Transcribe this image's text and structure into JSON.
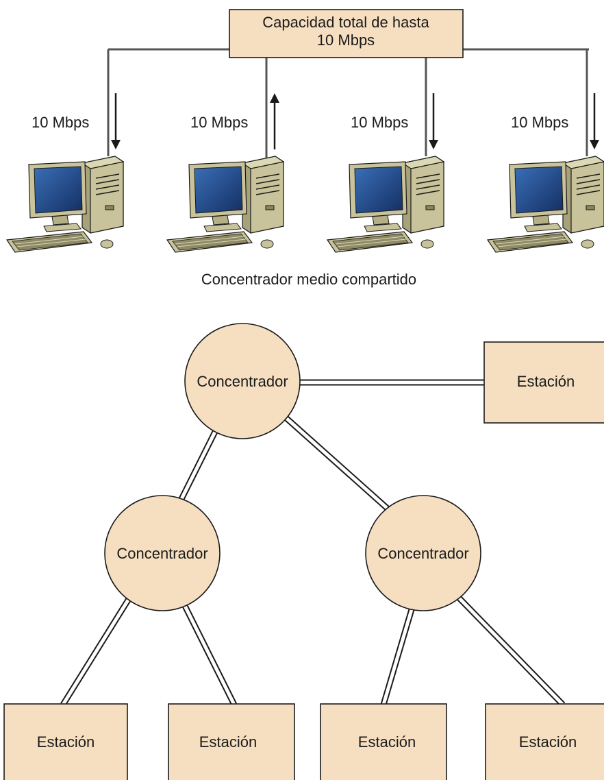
{
  "top_section": {
    "capacity_box_line1": "Capacidad total de hasta",
    "capacity_box_line2": "10 Mbps",
    "computers": [
      {
        "speed_label": "10 Mbps",
        "arrow": "down"
      },
      {
        "speed_label": "10 Mbps",
        "arrow": "up"
      },
      {
        "speed_label": "10 Mbps",
        "arrow": "down"
      },
      {
        "speed_label": "10 Mbps",
        "arrow": "down"
      }
    ],
    "caption": "Concentrador medio compartido"
  },
  "tree": {
    "root_hub": "Concentrador",
    "root_station": "Estación",
    "left_hub": "Concentrador",
    "right_hub": "Concentrador",
    "leaf_stations": [
      "Estación",
      "Estación",
      "Estación",
      "Estación"
    ]
  },
  "colors": {
    "node_fill": "#f5dfc0",
    "outline": "#1a1a1a",
    "bus_line": "#555555",
    "monitor_screen": "#1f4a8a",
    "computer_body": "#c8c39a"
  },
  "icons": [
    "desktop-computer-icon",
    "arrow-down-icon",
    "arrow-up-icon"
  ]
}
